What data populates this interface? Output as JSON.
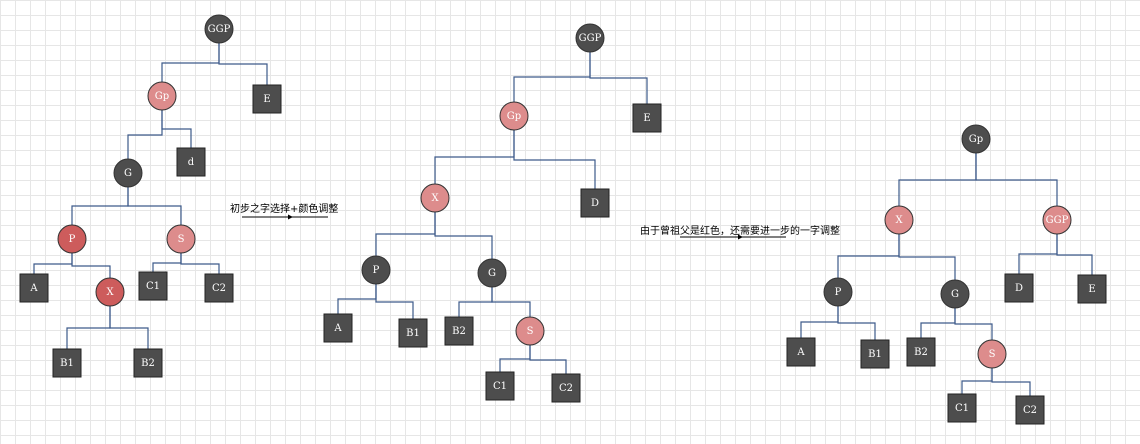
{
  "colors": {
    "black_node": "#4d4d4d",
    "red_node": "#cd5c5c",
    "light_red_node": "#dd8c8c",
    "edge": "#3d5a8a"
  },
  "captions": {
    "step1": "初步之字选择+颜色调整",
    "step2": "由于曾祖父是红色，还需要进一步的一字调整"
  },
  "trees": [
    {
      "name": "tree-before",
      "nodes": [
        {
          "id": "GGP",
          "label": "GGP",
          "shape": "circle",
          "color": "black"
        },
        {
          "id": "Gp",
          "label": "Gp",
          "shape": "circle",
          "color": "light_red"
        },
        {
          "id": "E",
          "label": "E",
          "shape": "rect"
        },
        {
          "id": "G",
          "label": "G",
          "shape": "circle",
          "color": "black"
        },
        {
          "id": "d",
          "label": "d",
          "shape": "rect"
        },
        {
          "id": "P",
          "label": "P",
          "shape": "circle",
          "color": "red"
        },
        {
          "id": "S",
          "label": "S",
          "shape": "circle",
          "color": "light_red"
        },
        {
          "id": "A",
          "label": "A",
          "shape": "rect"
        },
        {
          "id": "X",
          "label": "X",
          "shape": "circle",
          "color": "red"
        },
        {
          "id": "C1",
          "label": "C1",
          "shape": "rect"
        },
        {
          "id": "C2",
          "label": "C2",
          "shape": "rect"
        },
        {
          "id": "B1",
          "label": "B1",
          "shape": "rect"
        },
        {
          "id": "B2",
          "label": "B2",
          "shape": "rect"
        }
      ],
      "edges": [
        [
          "GGP",
          "Gp"
        ],
        [
          "GGP",
          "E"
        ],
        [
          "Gp",
          "G"
        ],
        [
          "Gp",
          "d"
        ],
        [
          "G",
          "P"
        ],
        [
          "G",
          "S"
        ],
        [
          "P",
          "A"
        ],
        [
          "P",
          "X"
        ],
        [
          "S",
          "C1"
        ],
        [
          "S",
          "C2"
        ],
        [
          "X",
          "B1"
        ],
        [
          "X",
          "B2"
        ]
      ]
    },
    {
      "name": "tree-after-zigzag",
      "nodes": [
        {
          "id": "GGP",
          "label": "GGP",
          "shape": "circle",
          "color": "black"
        },
        {
          "id": "Gp",
          "label": "Gp",
          "shape": "circle",
          "color": "light_red"
        },
        {
          "id": "E",
          "label": "E",
          "shape": "rect"
        },
        {
          "id": "X",
          "label": "X",
          "shape": "circle",
          "color": "light_red"
        },
        {
          "id": "D",
          "label": "D",
          "shape": "rect"
        },
        {
          "id": "P",
          "label": "P",
          "shape": "circle",
          "color": "black"
        },
        {
          "id": "G",
          "label": "G",
          "shape": "circle",
          "color": "black"
        },
        {
          "id": "A",
          "label": "A",
          "shape": "rect"
        },
        {
          "id": "B1",
          "label": "B1",
          "shape": "rect"
        },
        {
          "id": "B2",
          "label": "B2",
          "shape": "rect"
        },
        {
          "id": "S",
          "label": "S",
          "shape": "circle",
          "color": "light_red"
        },
        {
          "id": "C1",
          "label": "C1",
          "shape": "rect"
        },
        {
          "id": "C2",
          "label": "C2",
          "shape": "rect"
        }
      ],
      "edges": [
        [
          "GGP",
          "Gp"
        ],
        [
          "GGP",
          "E"
        ],
        [
          "Gp",
          "X"
        ],
        [
          "Gp",
          "D"
        ],
        [
          "X",
          "P"
        ],
        [
          "X",
          "G"
        ],
        [
          "P",
          "A"
        ],
        [
          "P",
          "B1"
        ],
        [
          "G",
          "B2"
        ],
        [
          "G",
          "S"
        ],
        [
          "S",
          "C1"
        ],
        [
          "S",
          "C2"
        ]
      ]
    },
    {
      "name": "tree-after-straight",
      "nodes": [
        {
          "id": "Gp",
          "label": "Gp",
          "shape": "circle",
          "color": "black"
        },
        {
          "id": "X",
          "label": "X",
          "shape": "circle",
          "color": "light_red"
        },
        {
          "id": "GGP",
          "label": "GGP",
          "shape": "circle",
          "color": "light_red"
        },
        {
          "id": "P",
          "label": "P",
          "shape": "circle",
          "color": "black"
        },
        {
          "id": "G",
          "label": "G",
          "shape": "circle",
          "color": "black"
        },
        {
          "id": "D",
          "label": "D",
          "shape": "rect"
        },
        {
          "id": "E",
          "label": "E",
          "shape": "rect"
        },
        {
          "id": "A",
          "label": "A",
          "shape": "rect"
        },
        {
          "id": "B1",
          "label": "B1",
          "shape": "rect"
        },
        {
          "id": "B2",
          "label": "B2",
          "shape": "rect"
        },
        {
          "id": "S",
          "label": "S",
          "shape": "circle",
          "color": "light_red"
        },
        {
          "id": "C1",
          "label": "C1",
          "shape": "rect"
        },
        {
          "id": "C2",
          "label": "C2",
          "shape": "rect"
        }
      ],
      "edges": [
        [
          "Gp",
          "X"
        ],
        [
          "Gp",
          "GGP"
        ],
        [
          "X",
          "P"
        ],
        [
          "X",
          "G"
        ],
        [
          "GGP",
          "D"
        ],
        [
          "GGP",
          "E"
        ],
        [
          "P",
          "A"
        ],
        [
          "P",
          "B1"
        ],
        [
          "G",
          "B2"
        ],
        [
          "G",
          "S"
        ],
        [
          "S",
          "C1"
        ],
        [
          "S",
          "C2"
        ]
      ]
    }
  ]
}
